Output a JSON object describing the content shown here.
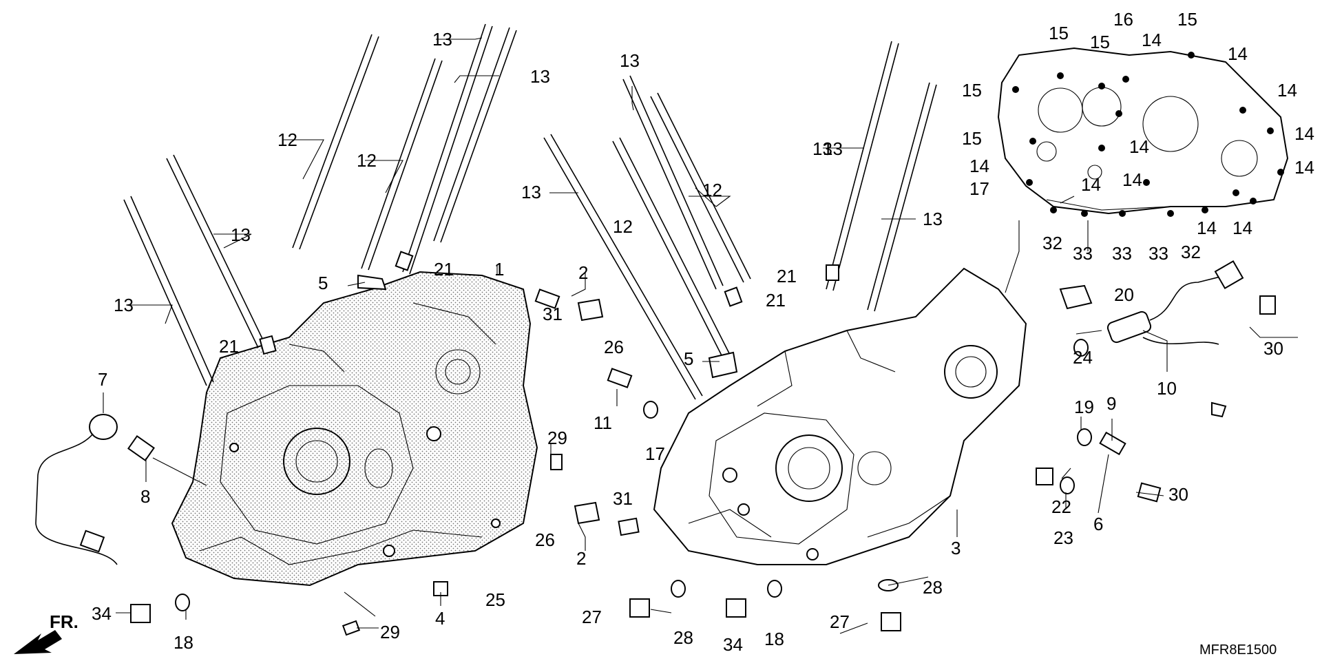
{
  "diagram_code": "MFR8E1500",
  "front_label": "FR.",
  "callouts": [
    {
      "id": "c1",
      "text": "1"
    },
    {
      "id": "c2a",
      "text": "2"
    },
    {
      "id": "c2b",
      "text": "2"
    },
    {
      "id": "c3",
      "text": "3"
    },
    {
      "id": "c4",
      "text": "4"
    },
    {
      "id": "c5a",
      "text": "5"
    },
    {
      "id": "c5b",
      "text": "5"
    },
    {
      "id": "c6",
      "text": "6"
    },
    {
      "id": "c7",
      "text": "7"
    },
    {
      "id": "c8",
      "text": "8"
    },
    {
      "id": "c9",
      "text": "9"
    },
    {
      "id": "c10",
      "text": "10"
    },
    {
      "id": "c11",
      "text": "11"
    },
    {
      "id": "c12a",
      "text": "12"
    },
    {
      "id": "c12b",
      "text": "12"
    },
    {
      "id": "c12c",
      "text": "12"
    },
    {
      "id": "c12d",
      "text": "12"
    },
    {
      "id": "c13a",
      "text": "13"
    },
    {
      "id": "c13b",
      "text": "13"
    },
    {
      "id": "c13c",
      "text": "13"
    },
    {
      "id": "c13d",
      "text": "13"
    },
    {
      "id": "c13e",
      "text": "13"
    },
    {
      "id": "c13f",
      "text": "13"
    },
    {
      "id": "c13g",
      "text": "13"
    },
    {
      "id": "c13h",
      "text": "13"
    },
    {
      "id": "c13i",
      "text": "13"
    },
    {
      "id": "c14a",
      "text": "14"
    },
    {
      "id": "c14b",
      "text": "14"
    },
    {
      "id": "c14c",
      "text": "14"
    },
    {
      "id": "c14d",
      "text": "14"
    },
    {
      "id": "c14e",
      "text": "14"
    },
    {
      "id": "c14f",
      "text": "14"
    },
    {
      "id": "c14g",
      "text": "14"
    },
    {
      "id": "c14h",
      "text": "14"
    },
    {
      "id": "c14i",
      "text": "14"
    },
    {
      "id": "c14j",
      "text": "14"
    },
    {
      "id": "c14k",
      "text": "14"
    },
    {
      "id": "c15a",
      "text": "15"
    },
    {
      "id": "c15b",
      "text": "15"
    },
    {
      "id": "c15c",
      "text": "15"
    },
    {
      "id": "c15d",
      "text": "15"
    },
    {
      "id": "c15e",
      "text": "15"
    },
    {
      "id": "c16",
      "text": "16"
    },
    {
      "id": "c17a",
      "text": "17"
    },
    {
      "id": "c17b",
      "text": "17"
    },
    {
      "id": "c18a",
      "text": "18"
    },
    {
      "id": "c18b",
      "text": "18"
    },
    {
      "id": "c19",
      "text": "19"
    },
    {
      "id": "c20",
      "text": "20"
    },
    {
      "id": "c21a",
      "text": "21"
    },
    {
      "id": "c21b",
      "text": "21"
    },
    {
      "id": "c21c",
      "text": "21"
    },
    {
      "id": "c21d",
      "text": "21"
    },
    {
      "id": "c22",
      "text": "22"
    },
    {
      "id": "c23",
      "text": "23"
    },
    {
      "id": "c24",
      "text": "24"
    },
    {
      "id": "c25",
      "text": "25"
    },
    {
      "id": "c26a",
      "text": "26"
    },
    {
      "id": "c26b",
      "text": "26"
    },
    {
      "id": "c27a",
      "text": "27"
    },
    {
      "id": "c27b",
      "text": "27"
    },
    {
      "id": "c28a",
      "text": "28"
    },
    {
      "id": "c28b",
      "text": "28"
    },
    {
      "id": "c29a",
      "text": "29"
    },
    {
      "id": "c29b",
      "text": "29"
    },
    {
      "id": "c30a",
      "text": "30"
    },
    {
      "id": "c30b",
      "text": "30"
    },
    {
      "id": "c31a",
      "text": "31"
    },
    {
      "id": "c31b",
      "text": "31"
    },
    {
      "id": "c32a",
      "text": "32"
    },
    {
      "id": "c32b",
      "text": "32"
    },
    {
      "id": "c33a",
      "text": "33"
    },
    {
      "id": "c33b",
      "text": "33"
    },
    {
      "id": "c33c",
      "text": "33"
    },
    {
      "id": "c34a",
      "text": "34"
    },
    {
      "id": "c34b",
      "text": "34"
    }
  ]
}
